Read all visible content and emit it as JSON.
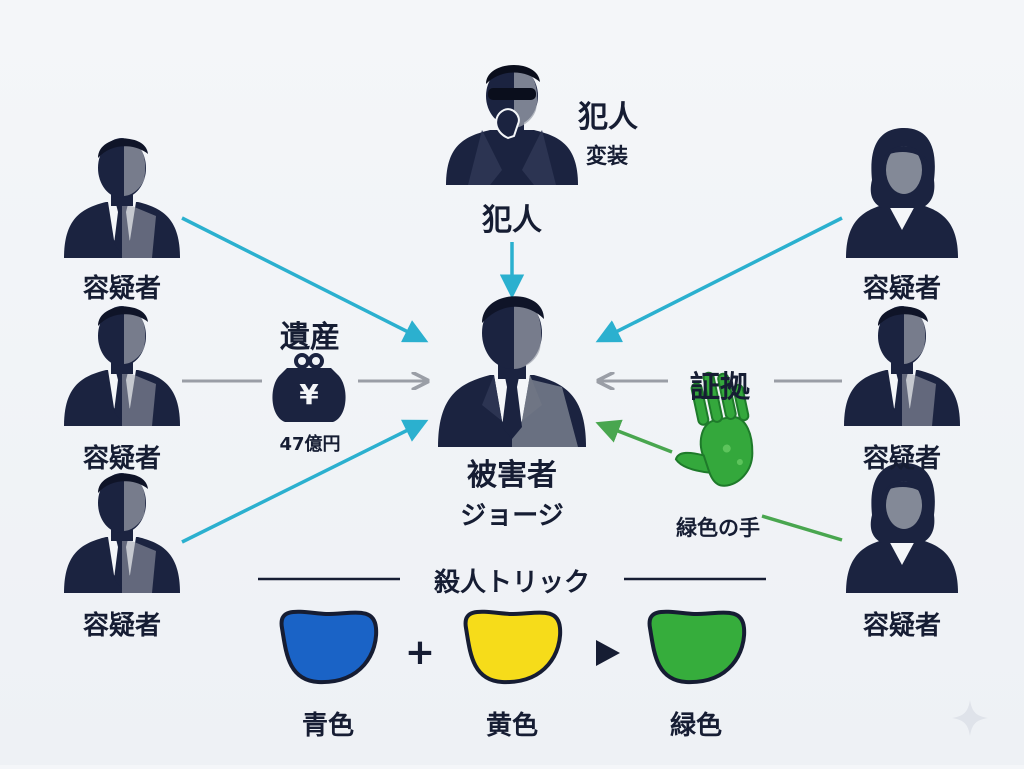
{
  "culprit": {
    "name_top": "犯人",
    "disguise": "変装",
    "name_bottom": "犯人"
  },
  "victim": {
    "label": "被害者",
    "name": "ジョージ"
  },
  "suspect_label": "容疑者",
  "inheritance": {
    "label": "遺産",
    "amount": "47億円",
    "yen_symbol": "¥"
  },
  "evidence": {
    "label": "証拠",
    "item": "緑色の手"
  },
  "trick": {
    "title": "殺人トリック",
    "plus": "+",
    "colors": [
      {
        "name": "青色",
        "hex": "#1a63c6"
      },
      {
        "name": "黄色",
        "hex": "#f6dc1a"
      },
      {
        "name": "緑色",
        "hex": "#36ad3c"
      }
    ]
  },
  "colors": {
    "ink": "#161d33",
    "cyan_arrow": "#2bb0cf",
    "gray_arrow": "#9a9ea6",
    "green_arrow": "#49a64f",
    "hand_green": "#34a83c"
  },
  "icons": {
    "culprit": "disguised-man-icon",
    "victim": "victim-man-icon",
    "suspect_man": "man-in-suit-icon",
    "suspect_woman": "woman-icon",
    "wallet": "coin-purse-icon",
    "hand": "green-handprint-icon",
    "sparkle": "sparkle-icon"
  }
}
